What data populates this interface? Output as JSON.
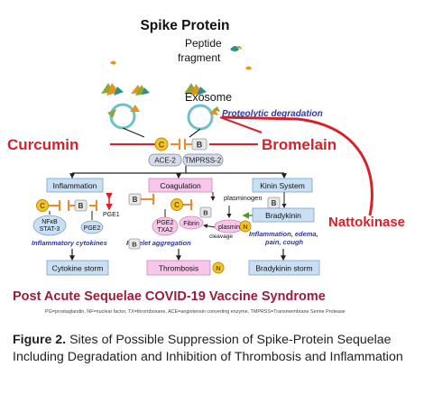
{
  "title": "Spike Protein",
  "peptide_label": [
    "Peptide",
    "fragment"
  ],
  "exosome_label": "Exosome",
  "proteolytic_label": "Proteolytic degradation",
  "agents": {
    "curcumin": "Curcumin",
    "bromelain": "Bromelain",
    "nattokinase": "Nattokinase",
    "c": "C",
    "b": "B",
    "n": "N"
  },
  "receptors": {
    "ace2": "ACE-2",
    "tmprss2": "TMPRSS-2"
  },
  "boxes": {
    "inflammation": "Inflammation",
    "coagulation": "Coagulation",
    "kinin": "Kinin System",
    "bradykinin": "Bradykinin",
    "nfkb": [
      "NFκB",
      "STAT-3"
    ],
    "pge2": "PGE2",
    "pge1": "PGE1",
    "pge2_txa2": [
      "PGE2",
      "TXA2"
    ],
    "fibrin": "Fibrin",
    "plasminogen": "plasminogen",
    "plasmin": "plasmin",
    "cleavage": "cleavage"
  },
  "outcomes": {
    "inflammatory_cytokines": "Inflammatory cytokines",
    "platelet_aggregation": "Platelet aggregation",
    "kinin_effects": [
      "Inflammation, edema,",
      "pain, cough"
    ],
    "cytokine_storm": "Cytokine storm",
    "thrombosis": "Thrombosis",
    "bradykinin_storm": "Bradykinin storm"
  },
  "syndrome_title": "Post Acute Sequelae COVID-19 Vaccine Syndrome",
  "abbreviations": "PG=prostaglandin, NF=nuclear factor, TX=thromboxane, ACE=angiotensin converting enzyme, TMPRSS=Transmembrane Serine Protease",
  "caption": {
    "figure": "Figure 2.",
    "text": " Sites of Possible Suppression of Spike-Protein Sequelae Including Degradation and Inhibition of Thrombosis and Inflammation"
  },
  "colors": {
    "red": "#d92027",
    "blue": "#2b3a9e",
    "teal": "#1e6f7a",
    "orange": "#f0892a",
    "yellow": "#f4c430",
    "box_blue": "#c9dff3",
    "box_pink": "#f7c6ea",
    "exosome_ring": "#6cc2c8",
    "spike_green": "#8ba93a",
    "spike_orange": "#e6921e"
  }
}
